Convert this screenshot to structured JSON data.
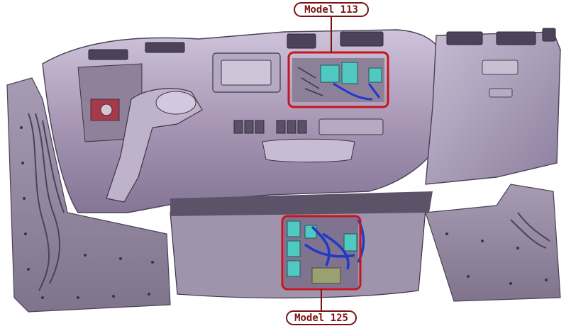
{
  "callouts": [
    {
      "id": "top",
      "label": "Model 113"
    },
    {
      "id": "bottom",
      "label": "Model 125"
    }
  ],
  "colors": {
    "dash_body": "#a999b4",
    "dash_shadow": "#7d6f8c",
    "dash_highlight": "#d6cde0",
    "panel_metal": "#9a8fa6",
    "module_teal": "#4fc9c1",
    "harness_blue": "#1f39c8",
    "callout_red": "#c4161c",
    "label_text": "#7a1212"
  }
}
